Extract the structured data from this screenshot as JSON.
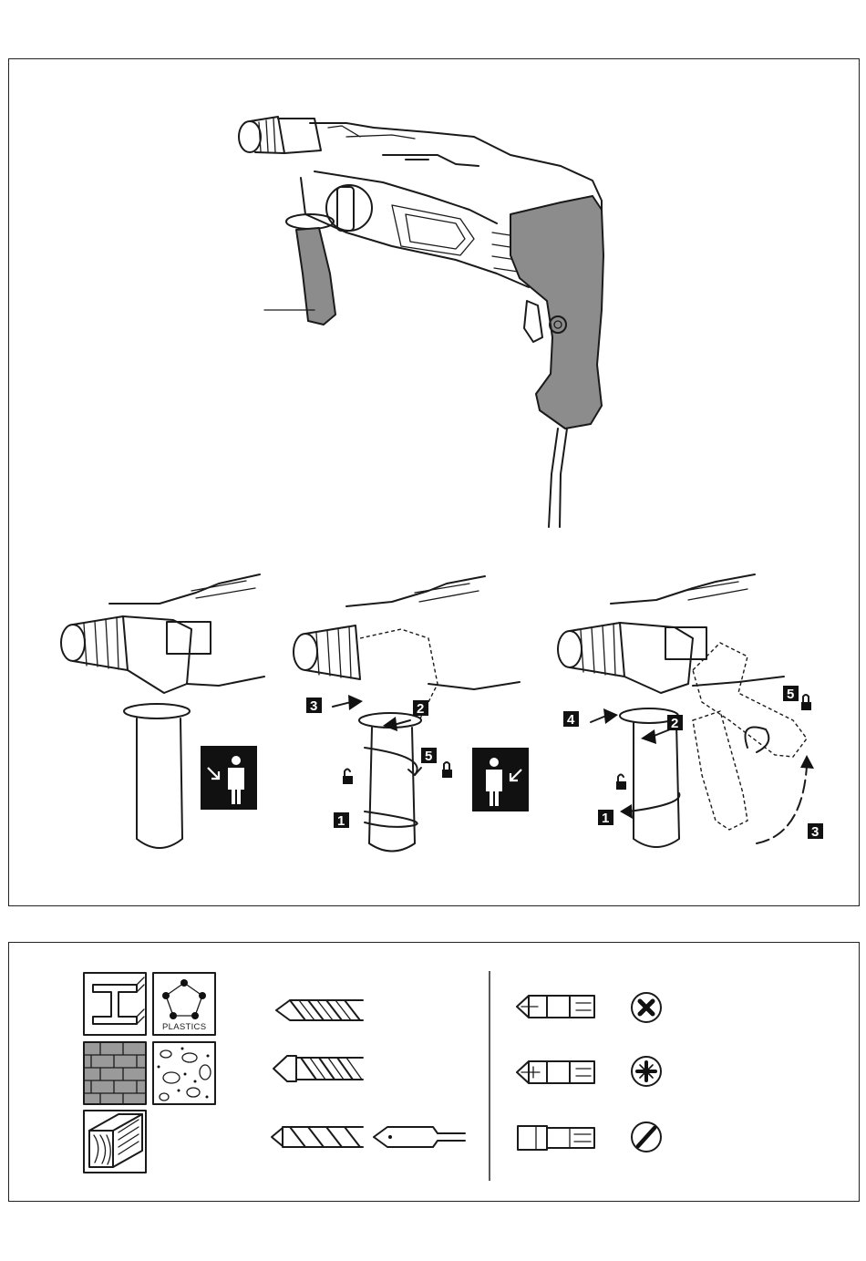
{
  "steps_middle": {
    "s1": "1",
    "s2": "2",
    "s3": "3",
    "s5": "5"
  },
  "steps_right": {
    "s1": "1",
    "s2": "2",
    "s3": "3",
    "s4": "4",
    "s5": "5"
  },
  "materials": {
    "plastics_label": "PLASTICS"
  },
  "icons": {
    "metal": "steel-beam-icon",
    "plastics": "plastics-icon",
    "masonry": "brick-wall-icon",
    "concrete": "concrete-icon",
    "wood": "wood-icon",
    "phillips": "phillips-head-icon",
    "pozidriv": "pozidriv-head-icon",
    "slotted": "slotted-head-icon"
  }
}
